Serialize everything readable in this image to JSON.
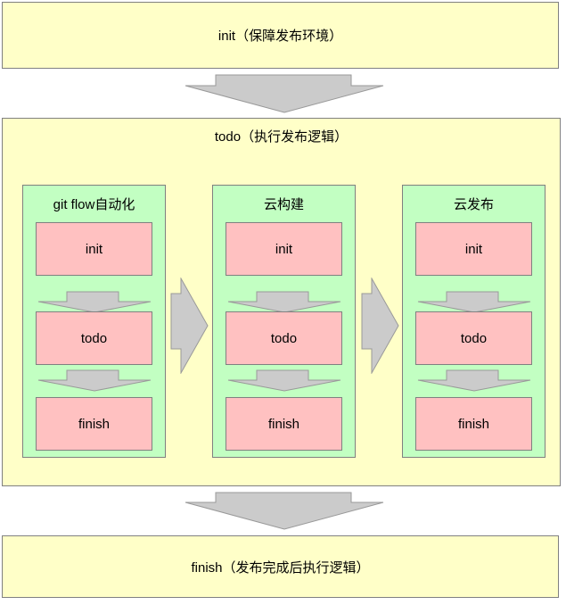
{
  "colors": {
    "box_yellow": "#FFFFC8",
    "box_green": "#C2FFC2",
    "box_pink": "#FFC1C1",
    "box_border": "#808080",
    "arrow_fill": "#CBCBCB",
    "arrow_border": "#999999"
  },
  "flow": {
    "top_box": {
      "label": "init（保障发布环境）"
    },
    "middle_box": {
      "label": "todo（执行发布逻辑）",
      "columns": [
        {
          "title": "git flow自动化",
          "steps": [
            "init",
            "todo",
            "finish"
          ]
        },
        {
          "title": "云构建",
          "steps": [
            "init",
            "todo",
            "finish"
          ]
        },
        {
          "title": "云发布",
          "steps": [
            "init",
            "todo",
            "finish"
          ]
        }
      ]
    },
    "bottom_box": {
      "label": "finish（发布完成后执行逻辑）"
    }
  }
}
